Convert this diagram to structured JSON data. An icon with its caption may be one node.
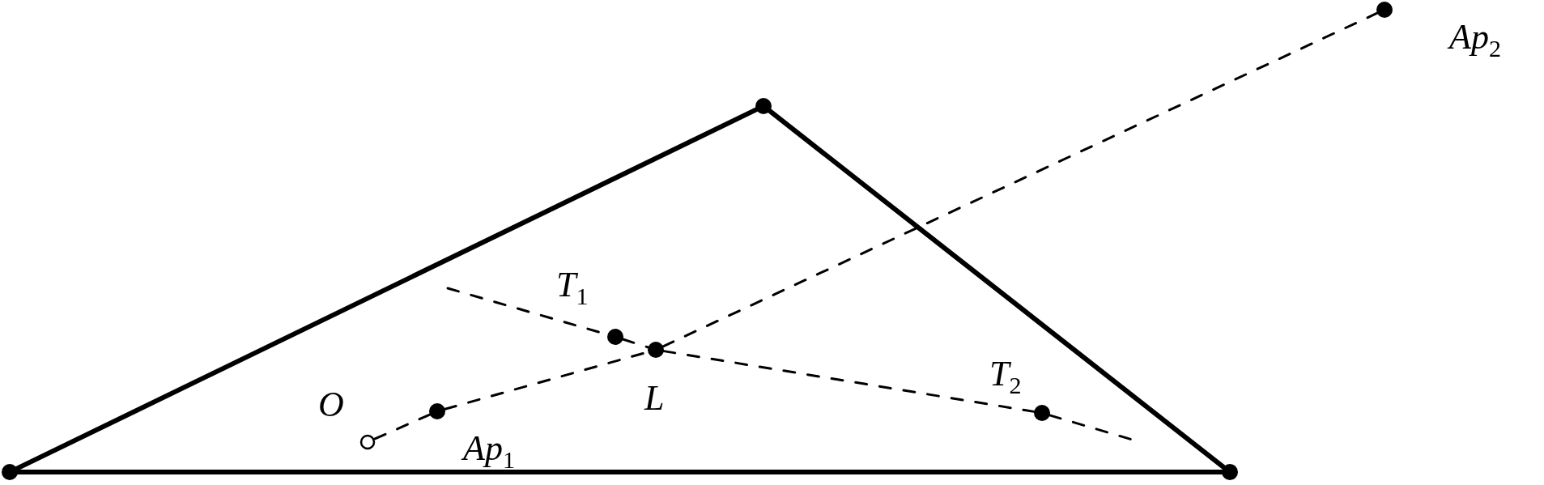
{
  "diagram": {
    "nodes": [
      {
        "text": [],
        "shape": "circle"
      },
      {
        "text": [],
        "shape": "circle"
      },
      {
        "text": [],
        "shape": "circle"
      },
      {
        "text": [],
        "shape": "circle",
        "beside": [
          "O"
        ]
      },
      {
        "text": [],
        "shape": "circle",
        "beside": [
          "Ap$_{1}$"
        ]
      },
      {
        "text": [],
        "shape": "circle",
        "beside": [
          "L"
        ]
      },
      {
        "text": [],
        "shape": "circle",
        "beside": [
          "Ap$_{2}$"
        ]
      },
      {
        "text": [],
        "shape": "circle",
        "beside": [
          "T$_{1}$"
        ]
      },
      {
        "text": [],
        "shape": "circle",
        "beside": [
          "T$_{2}$"
        ]
      }
    ],
    "edges": [
      {
        "from": 0,
        "to": 1,
        "arrow": "none",
        "style": "thick"
      },
      {
        "from": 1,
        "to": 2,
        "arrow": "none",
        "style": "thick"
      },
      {
        "from": 2,
        "to": 0,
        "arrow": "none",
        "style": "thick"
      },
      {
        "from": 3,
        "to": 4,
        "arrow": "none",
        "style": "dashed"
      },
      {
        "from": 4,
        "to": 5,
        "arrow": "none",
        "style": "dashed"
      },
      {
        "from": 5,
        "to": 6,
        "arrow": "none",
        "style": "dashed"
      },
      {
        "from": null,
        "to": 7,
        "arrow": "none",
        "style": "dashed"
      },
      {
        "from": 7,
        "to": 5,
        "arrow": "none",
        "style": "dashed"
      },
      {
        "from": 5,
        "to": 8,
        "arrow": "none",
        "style": "dashed"
      },
      {
        "from": 8,
        "to": null,
        "arrow": "none",
        "style": "dashed"
      }
    ]
  }
}
